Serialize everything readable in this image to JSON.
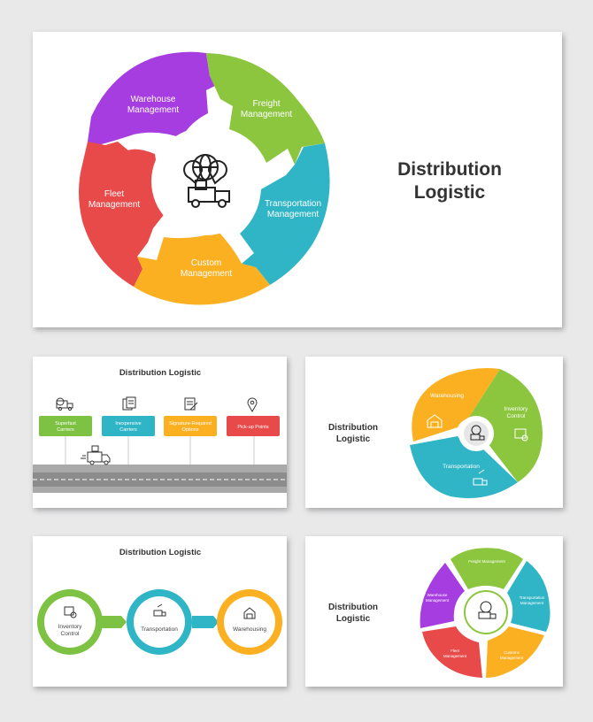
{
  "main_slide": {
    "title_line1": "Distribution",
    "title_line2": "Logistic",
    "segments": {
      "warehouse": {
        "line1": "Warehouse",
        "line2": "Management",
        "color": "#a63de0"
      },
      "freight": {
        "line1": "Freight",
        "line2": "Management",
        "color": "#8cc63f"
      },
      "transportation": {
        "line1": "Transportation",
        "line2": "Management",
        "color": "#2fb5c6"
      },
      "custom": {
        "line1": "Custom",
        "line2": "Management",
        "color": "#fbb022"
      },
      "fleet": {
        "line1": "Fleet",
        "line2": "Management",
        "color": "#e84a4a"
      }
    }
  },
  "slide2": {
    "title": "Distribution Logistic",
    "items": [
      {
        "line1": "Superfast",
        "line2": "Carriers",
        "color": "#7dc242",
        "icon": "truck-speed-icon"
      },
      {
        "line1": "Inexpensive",
        "line2": "Carriers",
        "color": "#2fb5c6",
        "icon": "money-document-icon"
      },
      {
        "line1": "Signature-Required",
        "line2": "Options",
        "color": "#fbb022",
        "icon": "signature-document-icon"
      },
      {
        "line1": "Pick-up Points",
        "line2": "",
        "color": "#e84a4a",
        "icon": "location-pin-icon"
      }
    ]
  },
  "slide3": {
    "title_line1": "Distribution",
    "title_line2": "Logistic",
    "segments": {
      "warehousing": "Warehousing",
      "inventory_line1": "Inventory",
      "inventory_line2": "Control",
      "transportation": "Transportation"
    }
  },
  "slide4": {
    "title": "Distribution Logistic",
    "circles": {
      "inventory_line1": "Inventory",
      "inventory_line2": "Control",
      "transportation": "Transportation",
      "warehousing": "Warehousing"
    }
  },
  "slide5": {
    "title_line1": "Distribution",
    "title_line2": "Logistic",
    "segments": {
      "freight": "Freight Management",
      "transportation_line1": "Transportation",
      "transportation_line2": "Management",
      "customs_line1": "Customs",
      "customs_line2": "Management",
      "fleet_line1": "Fleet",
      "fleet_line2": "Management",
      "warehouse_line1": "Warehouse",
      "warehouse_line2": "Management"
    }
  }
}
